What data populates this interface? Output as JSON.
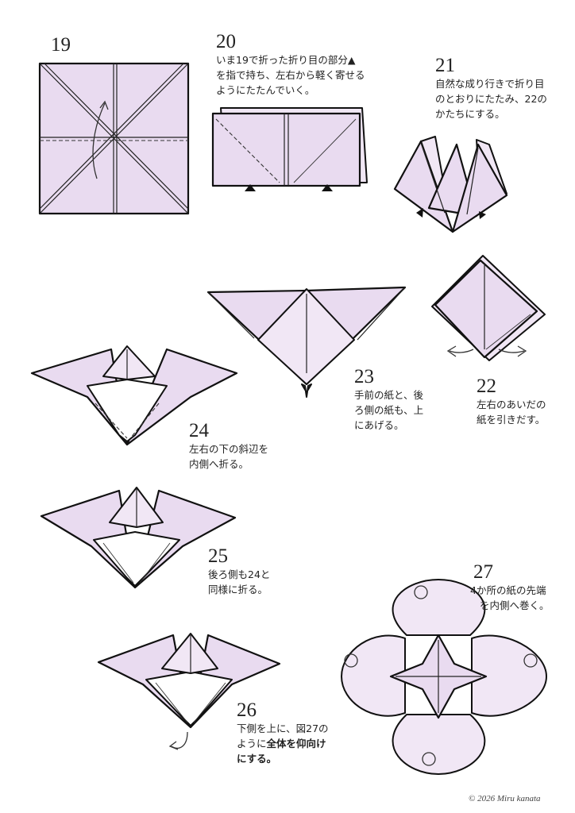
{
  "steps": [
    {
      "number": "19",
      "lines": []
    },
    {
      "number": "20",
      "lines": [
        "いま19で折った折り目の部分▲",
        "を指で持ち、左右から軽く寄せる",
        "ようにたたんでいく。"
      ]
    },
    {
      "number": "21",
      "lines": [
        "自然な成り行きで折り目",
        "のとおりにたたみ、22の",
        "かたちにする。"
      ]
    },
    {
      "number": "22",
      "lines": [
        "左右のあいだの",
        "紙を引きだす。"
      ]
    },
    {
      "number": "23",
      "lines": [
        "手前の紙と、後",
        "ろ側の紙も、上",
        "にあげる。"
      ]
    },
    {
      "number": "24",
      "lines": [
        "左右の下の斜辺を",
        "内側へ折る。"
      ]
    },
    {
      "number": "25",
      "lines": [
        "後ろ側も24と",
        "同様に折る。"
      ]
    },
    {
      "number": "26",
      "lines": [
        "下側を上に、図27の",
        "ように",
        "全体を仰向け",
        "にする。"
      ]
    },
    {
      "number": "27",
      "lines": [
        "4か所の紙の先端",
        "を内側へ巻く。"
      ]
    }
  ],
  "copyright": "© 2026  Miru kanata",
  "colors": {
    "paper": "#e9dbf0",
    "line": "#111111",
    "background": "#ffffff"
  }
}
